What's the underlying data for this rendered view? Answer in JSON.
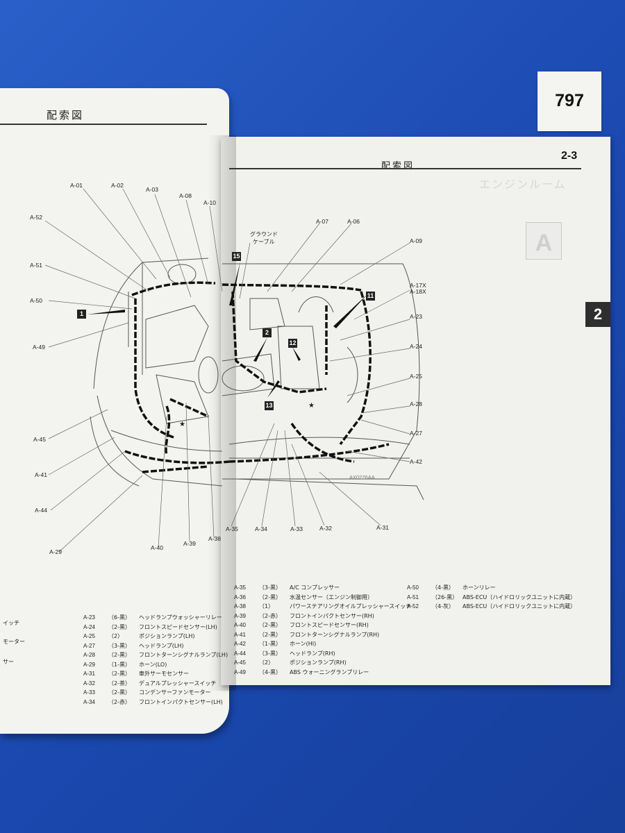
{
  "sticker_number": "797",
  "left_page": {
    "header": "配索図",
    "fragments": [
      "イッチ",
      "モーター",
      "サー"
    ]
  },
  "right_page": {
    "header": "配索図",
    "page_number": "2-3",
    "side_tab": "2",
    "diagram_code": "AX0226AA",
    "ground_cable_label": [
      "グラウンド",
      "ケーブル"
    ]
  },
  "callouts": {
    "left": [
      "A-01",
      "A-02",
      "A-03",
      "A-08",
      "A-10",
      "A-52",
      "A-51",
      "A-50",
      "A-49",
      "A-45",
      "A-41",
      "A-44",
      "A-29",
      "A-40",
      "A-39",
      "A-38"
    ],
    "right": [
      "A-07",
      "A-06",
      "A-09",
      "A-17X",
      "A-18X",
      "A-23",
      "A-24",
      "A-25",
      "A-28",
      "A-27",
      "A-42",
      "A-35",
      "A-34",
      "A-33",
      "A-32",
      "A-31"
    ]
  },
  "tags": [
    "1",
    "15",
    "2",
    "12",
    "13",
    "11"
  ],
  "legend_left": [
    {
      "id": "A-23",
      "spec": "（6-黒）",
      "name": "ヘッドランプウォッシャーリレー"
    },
    {
      "id": "A-24",
      "spec": "（2-黒）",
      "name": "フロントスピードセンサー(LH)"
    },
    {
      "id": "A-25",
      "spec": "（2）",
      "name": "ポジションランプ(LH)"
    },
    {
      "id": "A-27",
      "spec": "（3-黒）",
      "name": "ヘッドランプ(LH)"
    },
    {
      "id": "A-28",
      "spec": "（2-黒）",
      "name": "フロントターンシグナルランプ(LH)"
    },
    {
      "id": "A-29",
      "spec": "（1-黒）",
      "name": "ホーン(LO)"
    },
    {
      "id": "A-31",
      "spec": "（2-黒）",
      "name": "車外サーモセンサー"
    },
    {
      "id": "A-32",
      "spec": "（2-茶）",
      "name": "デュアルプレッシャースイッチ"
    },
    {
      "id": "A-33",
      "spec": "（2-黒）",
      "name": "コンデンサーファンモーター"
    },
    {
      "id": "A-34",
      "spec": "（2-赤）",
      "name": "フロントインパクトセンサー(LH)"
    }
  ],
  "legend_mid": [
    {
      "id": "A-35",
      "spec": "（3-黒）",
      "name": "A/C コンプレッサー"
    },
    {
      "id": "A-36",
      "spec": "（2-黒）",
      "name": "水温センサー（エンジン制御用）"
    },
    {
      "id": "A-38",
      "spec": "（1）",
      "name": "パワーステアリングオイルプレッシャースイッチ"
    },
    {
      "id": "A-39",
      "spec": "（2-赤）",
      "name": "フロントインパクトセンサー(RH)"
    },
    {
      "id": "A-40",
      "spec": "（2-黒）",
      "name": "フロントスピードセンサー(RH)"
    },
    {
      "id": "A-41",
      "spec": "（2-黒）",
      "name": "フロントターンシグナルランプ(RH)"
    },
    {
      "id": "A-42",
      "spec": "（1-黒）",
      "name": "ホーン(HI)"
    },
    {
      "id": "A-44",
      "spec": "（3-黒）",
      "name": "ヘッドランプ(RH)"
    },
    {
      "id": "A-45",
      "spec": "（2）",
      "name": "ポジションランプ(RH)"
    },
    {
      "id": "A-49",
      "spec": "（4-黒）",
      "name": "ABS ウォーニングランプリレー"
    }
  ],
  "legend_right": [
    {
      "id": "A-50",
      "spec": "（4-黒）",
      "name": "ホーンリレー"
    },
    {
      "id": "A-51",
      "spec": "（26-黒）",
      "name": "ABS-ECU（ハイドロリックユニットに内蔵）"
    },
    {
      "id": "A-52",
      "spec": "（4-灰）",
      "name": "ABS-ECU（ハイドロリックユニットに内蔵）"
    }
  ]
}
